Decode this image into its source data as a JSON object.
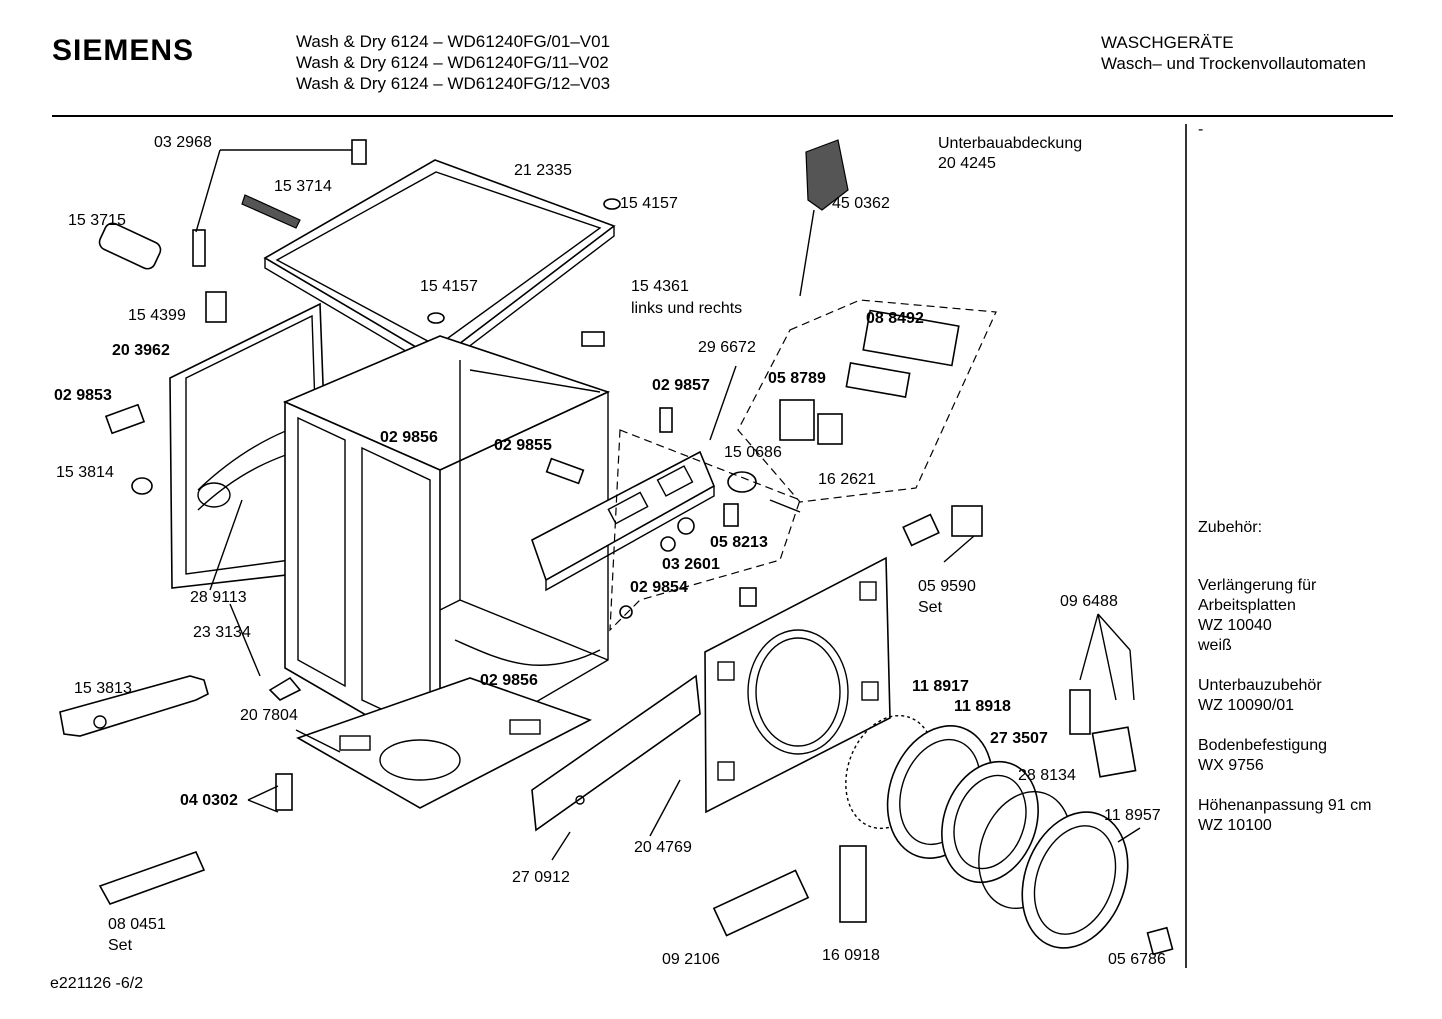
{
  "header": {
    "logo": "SIEMENS",
    "models": [
      "Wash & Dry 6124 – WD61240FG/01–V01",
      "Wash & Dry 6124 – WD61240FG/11–V02",
      "Wash & Dry 6124 – WD61240FG/12–V03"
    ],
    "category": "WASCHGERÄTE",
    "subcategory": "Wasch– und Trockenvollautomaten"
  },
  "top_note": {
    "line1": "Unterbauabdeckung",
    "line2": "20 4245",
    "dash": "-"
  },
  "parts": {
    "p032968": "03 2968",
    "p212335": "21 2335",
    "p153714": "15 3714",
    "p153715": "15 3715",
    "p154157a": "15 4157",
    "p154157b": "15 4157",
    "p450362": "45 0362",
    "p154399": "15 4399",
    "p154361": "15 4361",
    "p154361_note": "links und rechts",
    "p203962": "20 3962",
    "p088492": "08 8492",
    "p296672": "29 6672",
    "p058789": "05 8789",
    "p029853": "02 9853",
    "p029857": "02 9857",
    "p029856a": "02 9856",
    "p029855": "02 9855",
    "p150686": "15 0686",
    "p153814": "15 3814",
    "p162621": "16 2621",
    "p058213": "05 8213",
    "p032601": "03 2601",
    "p289113": "28 9113",
    "p029854": "02 9854",
    "p059590": "05 9590",
    "p059590_set": "Set",
    "p096488": "09 6488",
    "p233134": "23 3134",
    "p029856b": "02 9856",
    "p153813": "15 3813",
    "p118917": "11 8917",
    "p207804": "20 7804",
    "p118918": "11 8918",
    "p273507": "27 3507",
    "p288134": "28 8134",
    "p040302": "04 0302",
    "p118957": "11 8957",
    "p204769": "20 4769",
    "p270912": "27 0912",
    "p080451": "08 0451",
    "p080451_set": "Set",
    "p092106": "09 2106",
    "p160918": "16 0918",
    "p056786": "05 6786"
  },
  "accessories": {
    "heading": "Zubehör:",
    "items": [
      {
        "line1": "Verlängerung für",
        "line2": "Arbeitsplatten",
        "line3": "WZ 10040",
        "line4": "weiß"
      },
      {
        "line1": "Unterbauzubehör",
        "line2": "WZ 10090/01"
      },
      {
        "line1": "Bodenbefestigung",
        "line2": "WX 9756"
      },
      {
        "line1": "Höhenanpassung 91 cm",
        "line2": "WZ 10100"
      }
    ]
  },
  "footer": {
    "code": "e221126 -6/2"
  }
}
